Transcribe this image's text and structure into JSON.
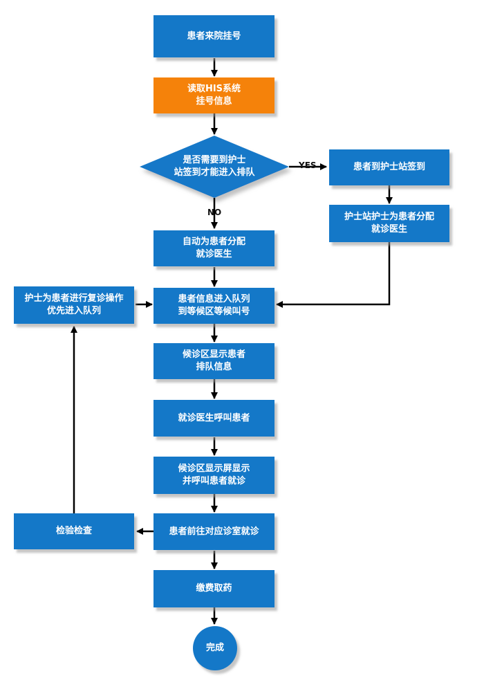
{
  "colors": {
    "node": "#1478c8",
    "highlight": "#f5820a",
    "line": "#000000"
  },
  "nodes": {
    "register": "患者来院挂号",
    "read_his": "读取HIS系统\n挂号信息",
    "decision": "是否需要到护士\n站签到才能进入排队",
    "nurse_checkin": "患者到护士站签到",
    "nurse_assign": "护士站护士为患者分配\n就诊医生",
    "auto_assign": "自动为患者分配\n就诊医生",
    "queue": "患者信息进入队列\n到等候区等候叫号",
    "display_info": "候诊区显示患者\n排队信息",
    "doctor_call": "就诊医生呼叫患者",
    "screen_call": "候诊区显示屏显示\n并呼叫患者就诊",
    "go_clinic": "患者前往对应诊室就诊",
    "pay": "缴费取药",
    "done": "完成",
    "exam": "检验检查",
    "revisit": "护士为患者进行复诊操作\n优先进入队列"
  },
  "edge_labels": {
    "yes": "YES",
    "no": "NO"
  }
}
